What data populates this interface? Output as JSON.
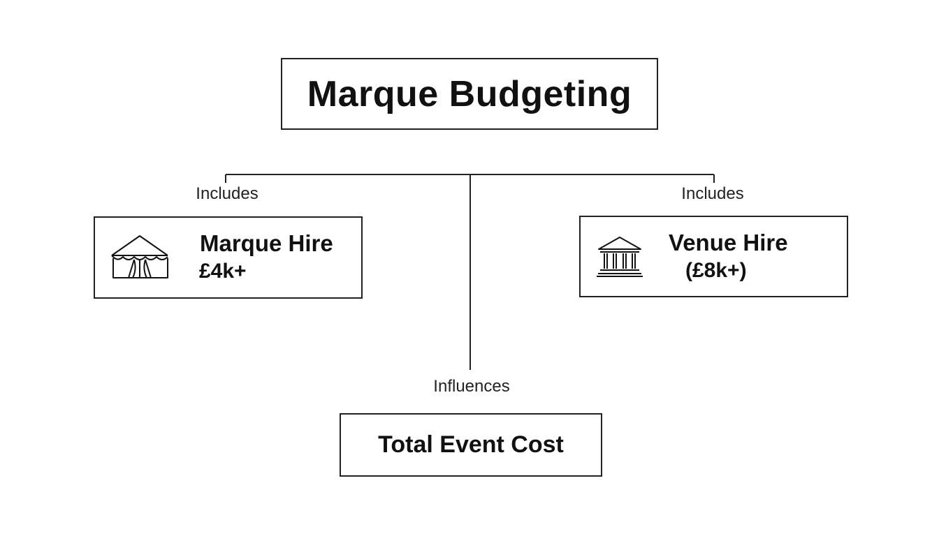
{
  "title": "Marque Budgeting",
  "edges": {
    "left_label": "Includes",
    "right_label": "Includes",
    "bottom_label": "Influences"
  },
  "nodes": {
    "marque_hire": {
      "title": "Marque Hire",
      "value": "£4k+",
      "icon": "marquee-tent-icon"
    },
    "venue_hire": {
      "title": "Venue Hire",
      "value": "(£8k+)",
      "icon": "venue-building-icon"
    },
    "total_event_cost": {
      "title": "Total Event Cost"
    }
  },
  "colors": {
    "line": "#222222",
    "text": "#111111",
    "background": "#ffffff"
  }
}
